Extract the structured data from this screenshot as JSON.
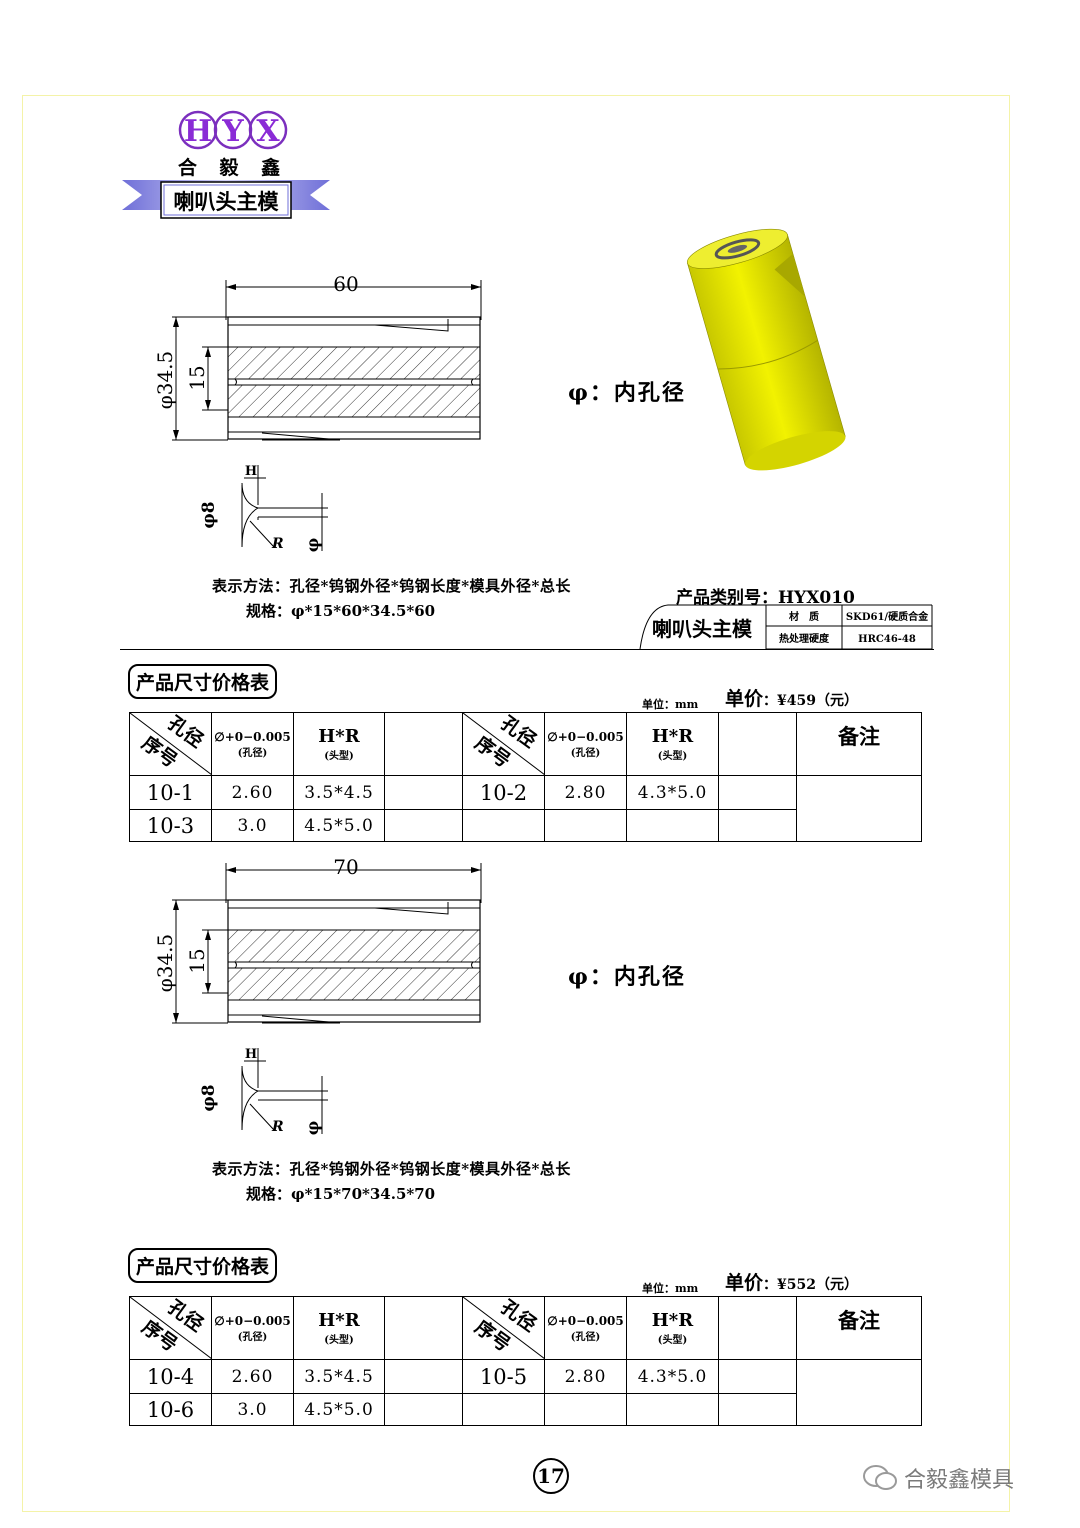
{
  "logo": {
    "letters": [
      "H",
      "Y",
      "X"
    ],
    "company": "合 毅 鑫",
    "banner": "喇叭头主模"
  },
  "section1": {
    "dim_length": "60",
    "dim_outer": "φ34.5",
    "dim_inner": "15",
    "detail": {
      "h": "H",
      "d8": "φ8",
      "r": "R",
      "phi": "φ"
    },
    "phi_note": "φ：内孔径",
    "method": "表示方法：孔径*钨钢外径*钨钢长度*模具外径*总长",
    "spec": "规格：φ*15*60*34.5*60"
  },
  "product": {
    "code_label": "产品类别号：HYX010",
    "name": "喇叭头主模",
    "material_label": "材　质",
    "material_value": "SKD61/硬质合金",
    "hardness_label": "热处理硬度",
    "hardness_value": "HRC46-48"
  },
  "table1": {
    "title": "产品尺寸价格表",
    "unit": "单位：mm",
    "price_label": "单价",
    "price_value": "：¥459（元）",
    "diag_top": "孔径",
    "diag_bottom": "序号",
    "col_tol": "∅+0−0.005",
    "col_tol_sub": "(孔径)",
    "col_hr": "H*R",
    "col_hr_sub": "(头型)",
    "remark": "备注",
    "rows": [
      {
        "a_code": "10-1",
        "a_d": "2.60",
        "a_hr": "3.5*4.5",
        "b_code": "10-2",
        "b_d": "2.80",
        "b_hr": "4.3*5.0"
      },
      {
        "a_code": "10-3",
        "a_d": "3.0",
        "a_hr": "4.5*5.0",
        "b_code": "",
        "b_d": "",
        "b_hr": ""
      }
    ]
  },
  "section2": {
    "dim_length": "70",
    "dim_outer": "φ34.5",
    "dim_inner": "15",
    "detail": {
      "h": "H",
      "d8": "φ8",
      "r": "R",
      "phi": "φ"
    },
    "phi_note": "φ：内孔径",
    "method": "表示方法：孔径*钨钢外径*钨钢长度*模具外径*总长",
    "spec": "规格：φ*15*70*34.5*70"
  },
  "table2": {
    "title": "产品尺寸价格表",
    "unit": "单位：mm",
    "price_label": "单价",
    "price_value": "：¥552（元）",
    "diag_top": "孔径",
    "diag_bottom": "序号",
    "col_tol": "∅+0−0.005",
    "col_tol_sub": "(孔径)",
    "col_hr": "H*R",
    "col_hr_sub": "(头型)",
    "remark": "备注",
    "rows": [
      {
        "a_code": "10-4",
        "a_d": "2.60",
        "a_hr": "3.5*4.5",
        "b_code": "10-5",
        "b_d": "2.80",
        "b_hr": "4.3*5.0"
      },
      {
        "a_code": "10-6",
        "a_d": "3.0",
        "a_hr": "4.5*5.0",
        "b_code": "",
        "b_d": "",
        "b_hr": ""
      }
    ]
  },
  "page_number": "17",
  "watermark": "合毅鑫模具",
  "colors": {
    "logo_ring": "#7b2fbe",
    "logo_text": "#8a2bd6",
    "banner": "#8c8ce0",
    "frame": "#f4f3a8",
    "product_3d": "#e6e600"
  }
}
